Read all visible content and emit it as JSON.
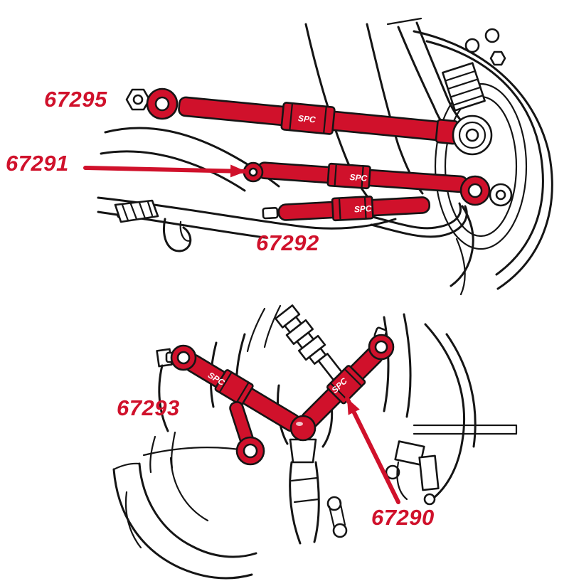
{
  "colors": {
    "part_red": "#d0112b",
    "line_black": "#151515",
    "background": "#ffffff"
  },
  "brand_mark": "SPC",
  "labels": [
    {
      "id": "67295",
      "text": "67295"
    },
    {
      "id": "67291",
      "text": "67291"
    },
    {
      "id": "67292",
      "text": "67292"
    },
    {
      "id": "67293",
      "text": "67293"
    },
    {
      "id": "67290",
      "text": "67290"
    }
  ]
}
